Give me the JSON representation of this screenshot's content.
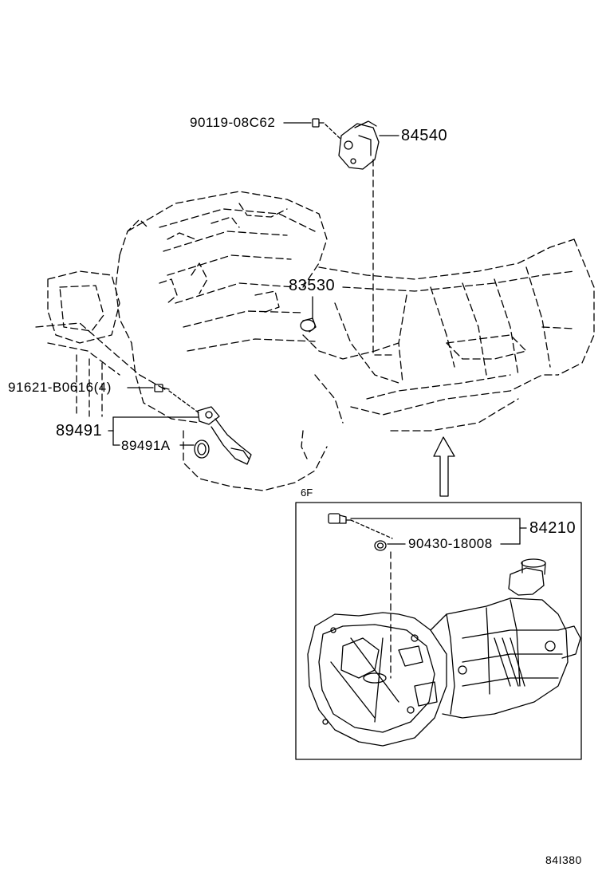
{
  "labels": {
    "bolt_top": "90119-08C62",
    "sensor_top": "84540",
    "sensor_mid": "83530",
    "bolt_left": "91621-B0616(4)",
    "harness": "89491",
    "oring": "89491A",
    "inset_code": "6F",
    "switch": "84210",
    "gasket": "90430-18008",
    "figure_ref": "84I380"
  }
}
